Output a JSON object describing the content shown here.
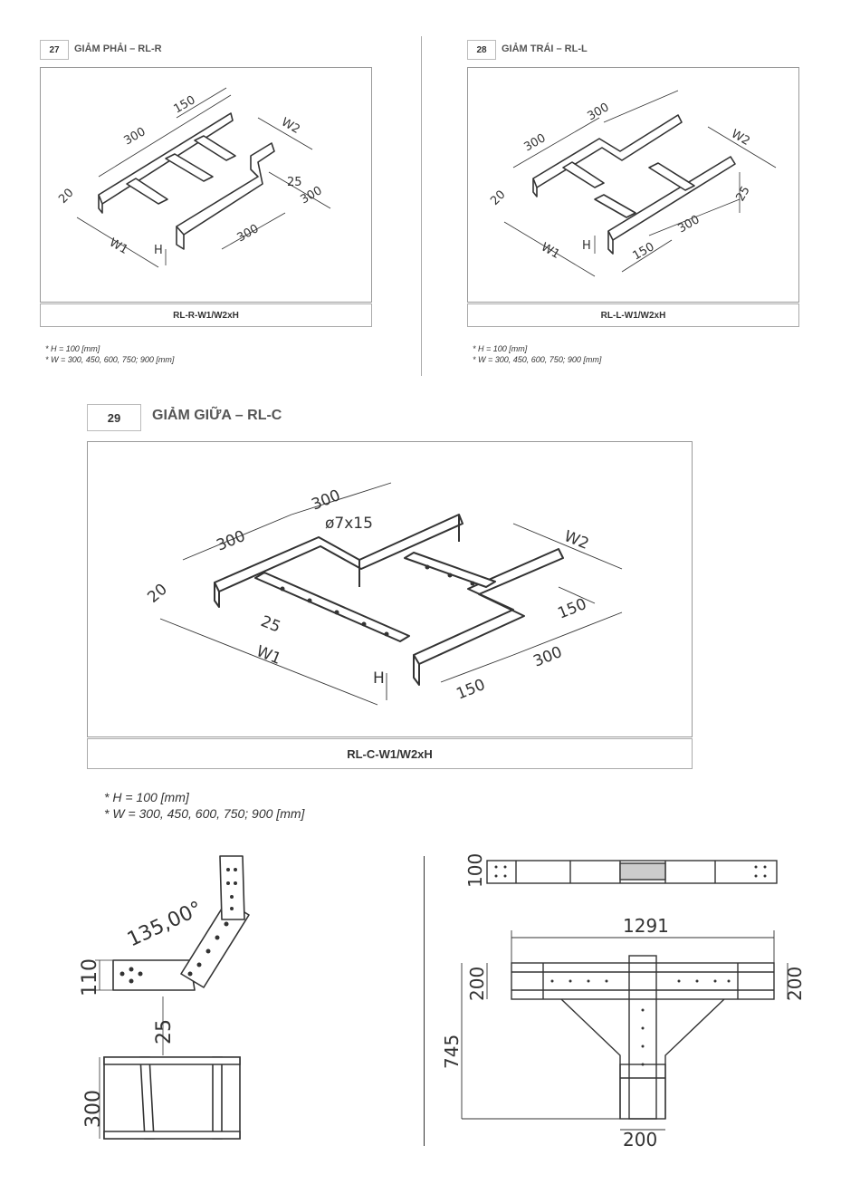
{
  "panel27": {
    "number": "27",
    "title": "GIẢM PHẢI – RL-R",
    "caption": "RL-R-W1/W2xH",
    "note_h": "* H = 100 [mm]",
    "note_w": "* W = 300, 450, 600, 750; 900 [mm]",
    "dims": {
      "d300a": "300",
      "d150": "150",
      "dW2": "W2",
      "d25": "25",
      "d300b": "300",
      "d300c": "300",
      "d20": "20",
      "dW1": "W1",
      "dH": "H"
    }
  },
  "panel28": {
    "number": "28",
    "title": "GIẢM TRÁI – RL-L",
    "caption": "RL-L-W1/W2xH",
    "note_h": "* H = 100 [mm]",
    "note_w": "* W = 300, 450, 600, 750; 900 [mm]",
    "dims": {
      "d300a": "300",
      "d300b": "300",
      "dW2": "W2",
      "d25": "25",
      "d300c": "300",
      "d150": "150",
      "d20": "20",
      "dW1": "W1",
      "dH": "H"
    }
  },
  "panel29": {
    "number": "29",
    "title": "GIẢM GIỮA – RL-C",
    "caption": "RL-C-W1/W2xH",
    "note_h": "* H = 100 [mm]",
    "note_w": "* W = 300, 450, 600, 750; 900 [mm]",
    "dims": {
      "d300a": "300",
      "d300b": "300",
      "hole": "ø7x15",
      "dW2": "W2",
      "d20": "20",
      "d25": "25",
      "d150a": "150",
      "dW1": "W1",
      "dH": "H",
      "d300c": "300",
      "d150b": "150"
    }
  },
  "bottom_left": {
    "angle": "135,00°",
    "d110": "110",
    "d25": "25",
    "d300": "300"
  },
  "bottom_right": {
    "d100": "100",
    "d1291": "1291",
    "d200_left": "200",
    "d200_right": "200",
    "d745": "745",
    "d200_bottom": "200"
  },
  "colors": {
    "line": "#333333",
    "frame": "#999999",
    "title": "#555555"
  }
}
